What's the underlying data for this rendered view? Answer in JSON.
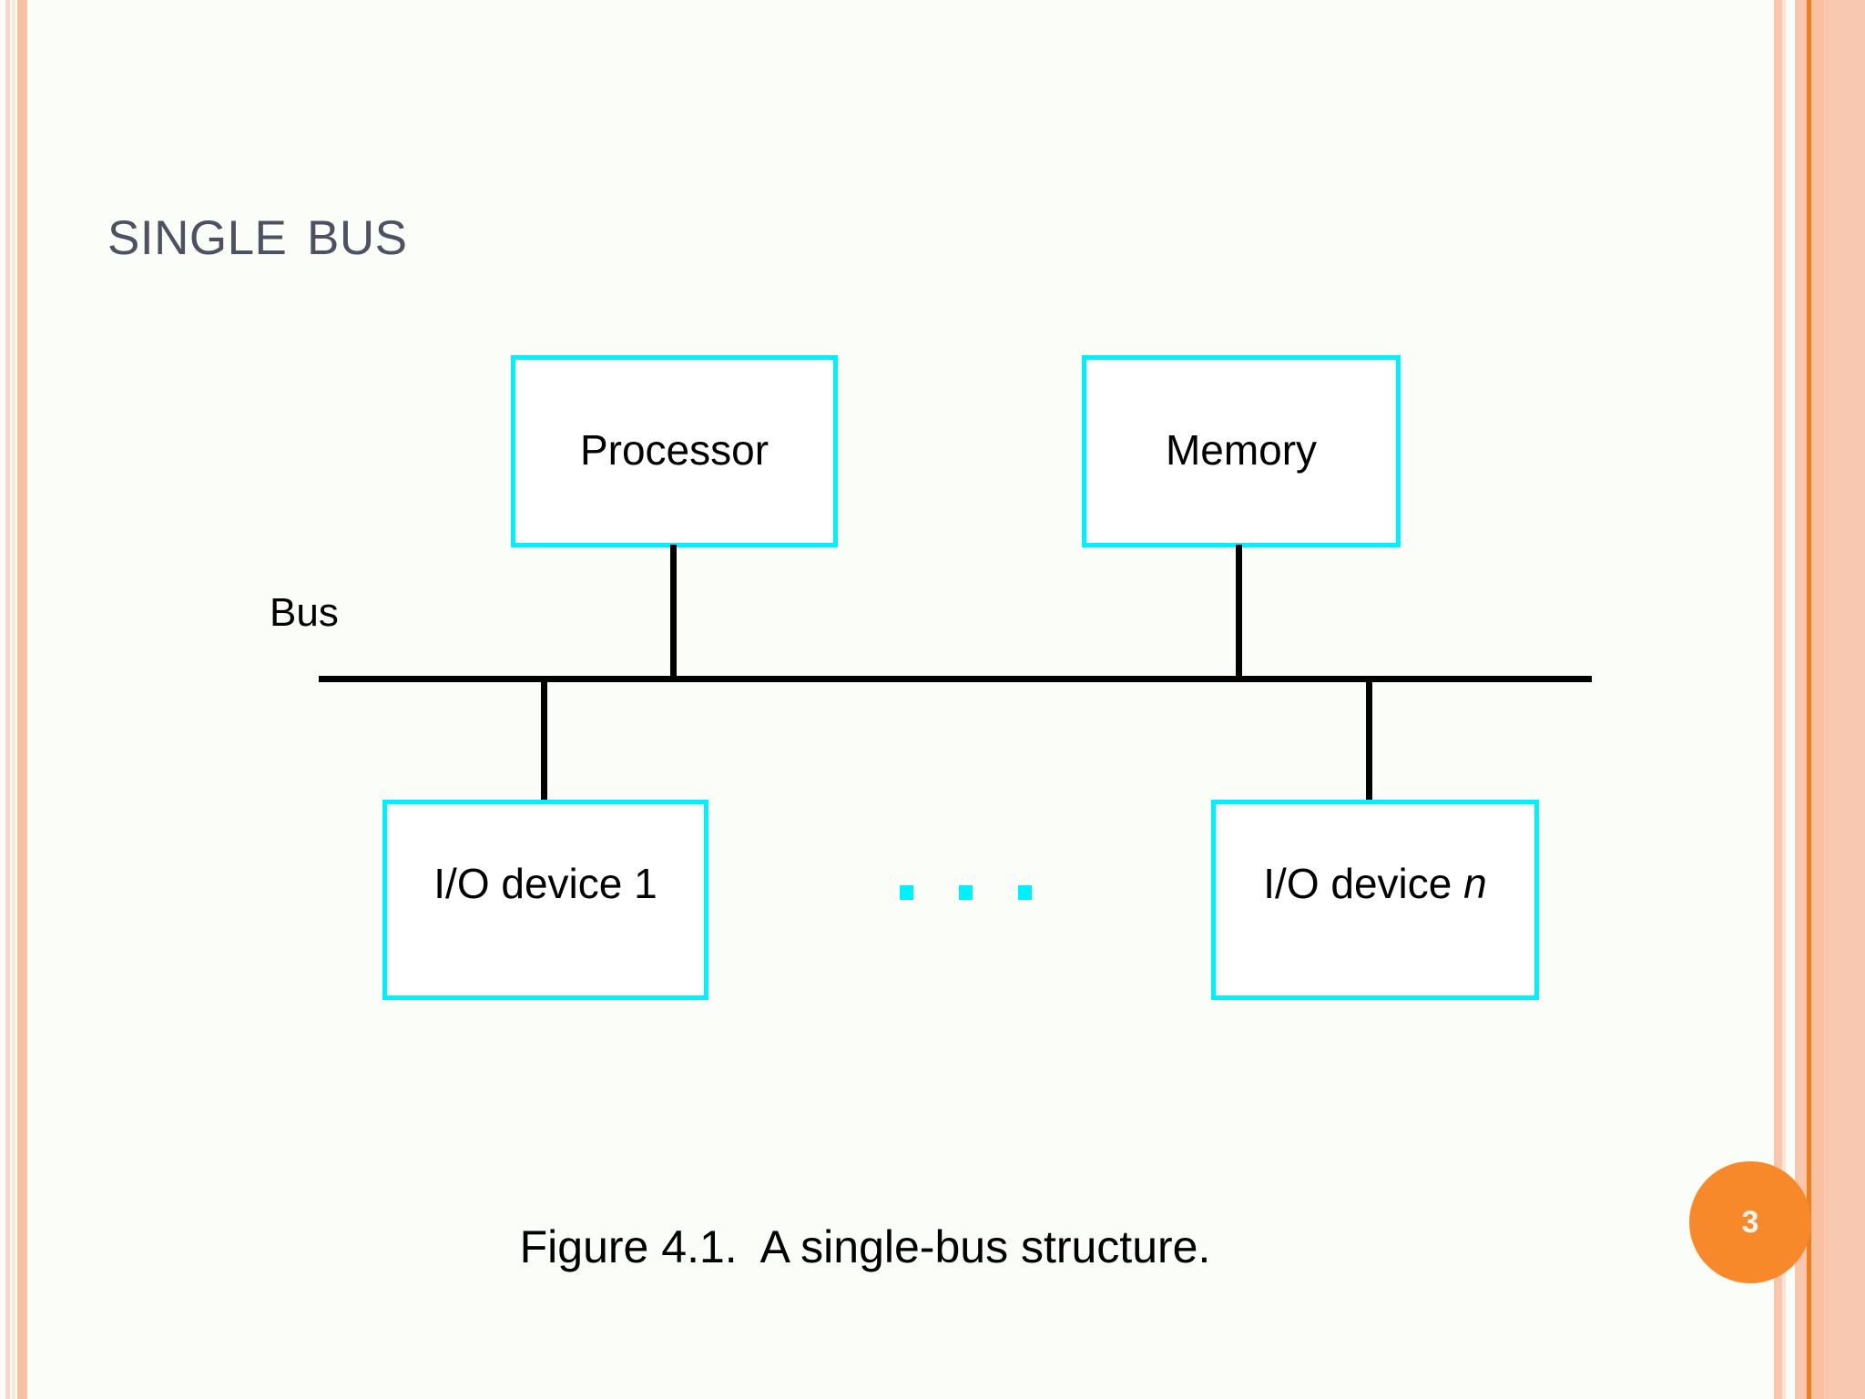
{
  "slide": {
    "title": "Single Bus",
    "page_number": "3",
    "background_color": "#FBFDF8",
    "title_color": "#4C5261",
    "accent_color": "#00F0FF",
    "badge_color": "#F7892B",
    "stripe_colors": [
      "#F6D7C9",
      "#FBE7DC",
      "#F9BFA3",
      "#F9C5AB",
      "#FCE3D5",
      "#F9C7AE",
      "#F07C1E",
      "#F9C0A2",
      "#F9C8B0"
    ]
  },
  "diagram": {
    "bus_label": "Bus",
    "top_nodes": [
      {
        "label": "Processor"
      },
      {
        "label": "Memory"
      }
    ],
    "bottom_nodes": [
      {
        "label_prefix": "I/O device ",
        "label_suffix": "1",
        "suffix_italic": false
      },
      {
        "label_prefix": "I/O device ",
        "label_suffix": "n",
        "suffix_italic": true
      }
    ],
    "ellipsis_dot_count": 3
  },
  "caption": {
    "text": "Figure 4.1.  A single-bus structure."
  }
}
